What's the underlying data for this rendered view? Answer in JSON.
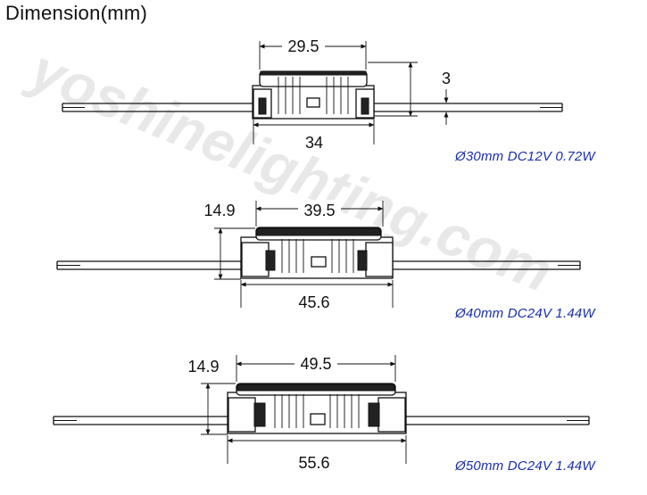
{
  "title": "Dimension(mm)",
  "watermark": "yoshinelighting.com",
  "drivers": [
    {
      "spec": "Ø30mm DC12V 0.72W",
      "top_width": "29.5",
      "bottom_width": "34",
      "height": "3"
    },
    {
      "spec": "Ø40mm DC24V 1.44W",
      "top_width": "39.5",
      "bottom_width": "45.6",
      "height": "14.9"
    },
    {
      "spec": "Ø50mm DC24V 1.44W",
      "top_width": "49.5",
      "bottom_width": "55.6",
      "height": "14.9"
    }
  ],
  "colors": {
    "spec_text": "#1a2fa8",
    "line": "#111111",
    "watermark": "#d6d6d6"
  }
}
